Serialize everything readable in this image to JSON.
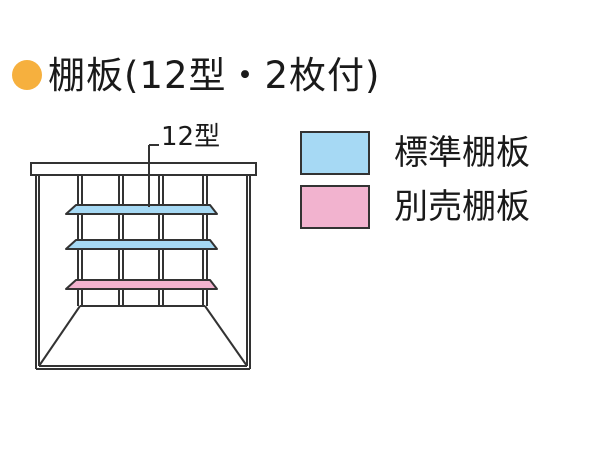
{
  "title": {
    "text": "棚板(12型・2枚付)",
    "dot_color": "#f6b03e"
  },
  "callout": {
    "label": "12型"
  },
  "legend": [
    {
      "label": "標準棚板",
      "color": "#a6d9f4"
    },
    {
      "label": "別売棚板",
      "color": "#f2b3cf"
    }
  ],
  "colors": {
    "standard_shelf": "#a6d9f4",
    "optional_shelf": "#f2b3cf",
    "outline": "#333333"
  },
  "shelves": [
    {
      "type": "standard"
    },
    {
      "type": "standard"
    },
    {
      "type": "optional"
    }
  ]
}
